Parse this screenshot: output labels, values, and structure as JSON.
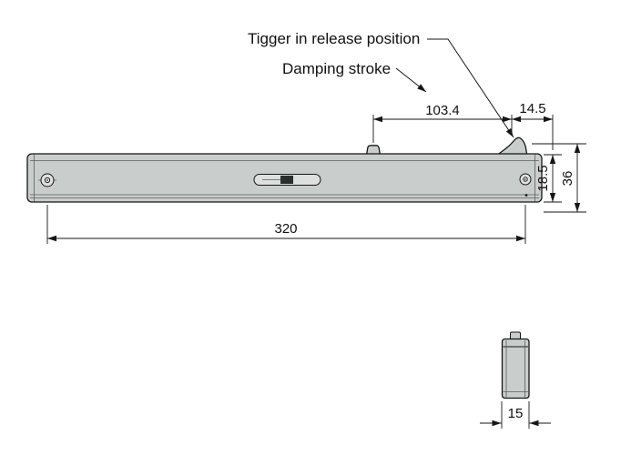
{
  "annotations": {
    "trigger_release": "Tigger in release position",
    "damping_stroke": "Damping stroke"
  },
  "dimensions": {
    "damping_stroke_length": "103.4",
    "trigger_to_end": "14.5",
    "rail_height": "18.5",
    "overall_height": "36",
    "rail_length": "320",
    "profile_width": "15"
  },
  "colors": {
    "background": "#ffffff",
    "line": "#161616",
    "rail_fill": "#c9cdcb",
    "hole_fill": "#dfe2e0",
    "slot_fill": "#dde0de",
    "slider_block": "#2a2e2c"
  }
}
